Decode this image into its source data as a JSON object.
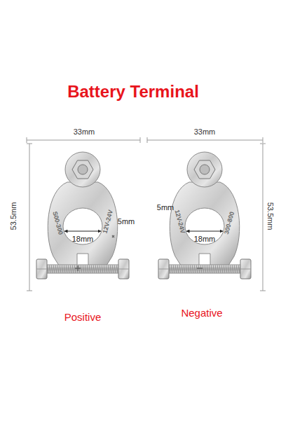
{
  "diagram": {
    "title": "Battery Terminal",
    "labels": [
      "33mm",
      "33mm",
      "53.5mm",
      "53.5mm",
      "5mm",
      "5mm",
      "18mm",
      "18mm",
      "S00-300",
      "12V-24V",
      "12V-24V",
      "300-800",
      "Positive",
      "Negative"
    ]
  }
}
